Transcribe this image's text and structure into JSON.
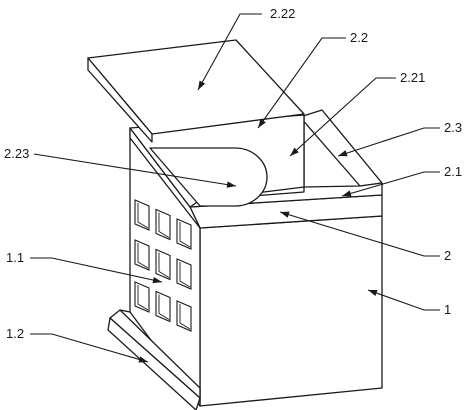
{
  "callouts": [
    {
      "id": "c222",
      "label": "2.22"
    },
    {
      "id": "c22",
      "label": "2.2"
    },
    {
      "id": "c221",
      "label": "2.21"
    },
    {
      "id": "c23",
      "label": "2.3"
    },
    {
      "id": "c223",
      "label": "2.23"
    },
    {
      "id": "c21",
      "label": "2.1"
    },
    {
      "id": "c2",
      "label": "2"
    },
    {
      "id": "c11",
      "label": "1.1"
    },
    {
      "id": "c1",
      "label": "1"
    },
    {
      "id": "c12",
      "label": "1.2"
    }
  ]
}
